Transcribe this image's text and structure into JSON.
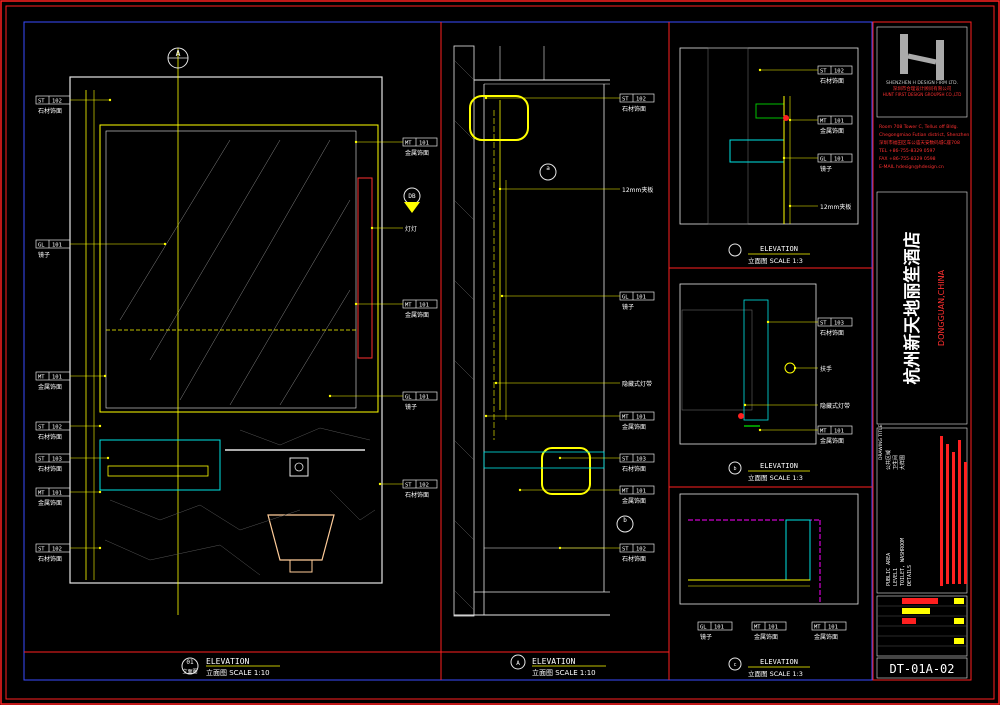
{
  "colors": {
    "background": "#000000",
    "frame": "#ff2020",
    "border": "#3a4cff",
    "line_white": "#e6e6e6",
    "line_yellow": "#ffff00",
    "line_cyan": "#00e5e5",
    "line_magenta": "#ff00ff",
    "line_green": "#00c000",
    "text_white": "#ffffff",
    "text_red": "#ff3030"
  },
  "views": {
    "v1": {
      "tag": "01",
      "sub": "立面图",
      "title": "ELEVATION",
      "scale": "立面图 SCALE 1:10"
    },
    "v2": {
      "tag": "A",
      "title": "ELEVATION",
      "scale": "立面图 SCALE 1:10"
    },
    "v3": {
      "title": "ELEVATION",
      "scale": "立面图 SCALE 1:3"
    },
    "v4": {
      "tag": "b",
      "title": "ELEVATION",
      "scale": "立面图 SCALE 1:3"
    },
    "v5": {
      "tag": "c",
      "title": "ELEVATION",
      "scale": "立面图 SCALE 1:3"
    }
  },
  "markers": {
    "top_a": "A",
    "db": "DB",
    "a": "a",
    "b": "b"
  },
  "tags_left": [
    {
      "code": "ST",
      "num": "102",
      "desc": "石材饰面"
    },
    {
      "code": "GL",
      "num": "101",
      "desc": "镜子"
    },
    {
      "code": "MT",
      "num": "101",
      "desc": "金属饰面"
    },
    {
      "code": "ST",
      "num": "102",
      "desc": "石材饰面"
    },
    {
      "code": "ST",
      "num": "103",
      "desc": "石材饰面"
    },
    {
      "code": "MT",
      "num": "101",
      "desc": "金属饰面"
    },
    {
      "code": "ST",
      "num": "102",
      "desc": "石材饰面"
    }
  ],
  "tags_right1": [
    {
      "code": "MT",
      "num": "101",
      "desc": "金属饰面"
    },
    {
      "code": "",
      "num": "",
      "desc": "灯灯"
    },
    {
      "code": "MT",
      "num": "101",
      "desc": "金属饰面"
    },
    {
      "code": "GL",
      "num": "101",
      "desc": "镜子"
    },
    {
      "code": "ST",
      "num": "102",
      "desc": "石材饰面"
    }
  ],
  "tags_v2": [
    {
      "code": "ST",
      "num": "102",
      "desc": "石材饰面"
    },
    {
      "code": "",
      "num": "",
      "desc": "12mm夹板"
    },
    {
      "code": "GL",
      "num": "101",
      "desc": "镜子"
    },
    {
      "code": "",
      "num": "",
      "desc": "隐藏式灯带"
    },
    {
      "code": "MT",
      "num": "101",
      "desc": "金属饰面"
    },
    {
      "code": "ST",
      "num": "103",
      "desc": "石材饰面"
    },
    {
      "code": "MT",
      "num": "101",
      "desc": "金属饰面"
    },
    {
      "code": "ST",
      "num": "102",
      "desc": "石材饰面"
    }
  ],
  "tags_v3": [
    {
      "code": "ST",
      "num": "102",
      "desc": "石材饰面"
    },
    {
      "code": "MT",
      "num": "101",
      "desc": "金属饰面"
    },
    {
      "code": "GL",
      "num": "101",
      "desc": "镜子"
    },
    {
      "code": "",
      "num": "",
      "desc": "12mm夹板"
    }
  ],
  "tags_v4": [
    {
      "code": "ST",
      "num": "103",
      "desc": "石材饰面"
    },
    {
      "code": "",
      "num": "",
      "desc": "扶手"
    },
    {
      "code": "",
      "num": "",
      "desc": "隐藏式灯带"
    },
    {
      "code": "MT",
      "num": "101",
      "desc": "金属饰面"
    }
  ],
  "tags_v5": [
    {
      "code": "GL",
      "num": "101",
      "desc": "镜子"
    },
    {
      "code": "MT",
      "num": "101",
      "desc": "金属饰面"
    },
    {
      "code": "MT",
      "num": "101",
      "desc": "金属饰面"
    }
  ],
  "title_block": {
    "company_en": "SHENZHEN H DESIGN FIRM LTD.",
    "company_cn": "深圳市合理设计顾问有限公司",
    "company_line3": "HUNT FIRST DESIGN GROUPSH CO.,LTD",
    "address_lines": [
      "Room 708 Tower C, Tellus off Bldg.",
      "Chegongmiao Futian district, Shenzhen",
      "深圳市福田区车公庙天安数码城C座708",
      "TEL +86-755-8329 0597",
      "FAX +86-755-8329 0598",
      "E-MAIL hdesign@hdesign.cn"
    ],
    "project_title": "杭州新天地丽笙酒店",
    "project_sub": "DONGGUAN,CHINA",
    "drawing_title": "DRAWING TITLE",
    "drawing_lines": [
      "公共区域",
      "卫生间",
      "大样图"
    ],
    "drawing_en": [
      "PUBLIC AREA",
      "LEVEL1",
      "TOILET, WASHROOM",
      "DETAILS"
    ],
    "drawing_no": "DT-01A-02"
  }
}
